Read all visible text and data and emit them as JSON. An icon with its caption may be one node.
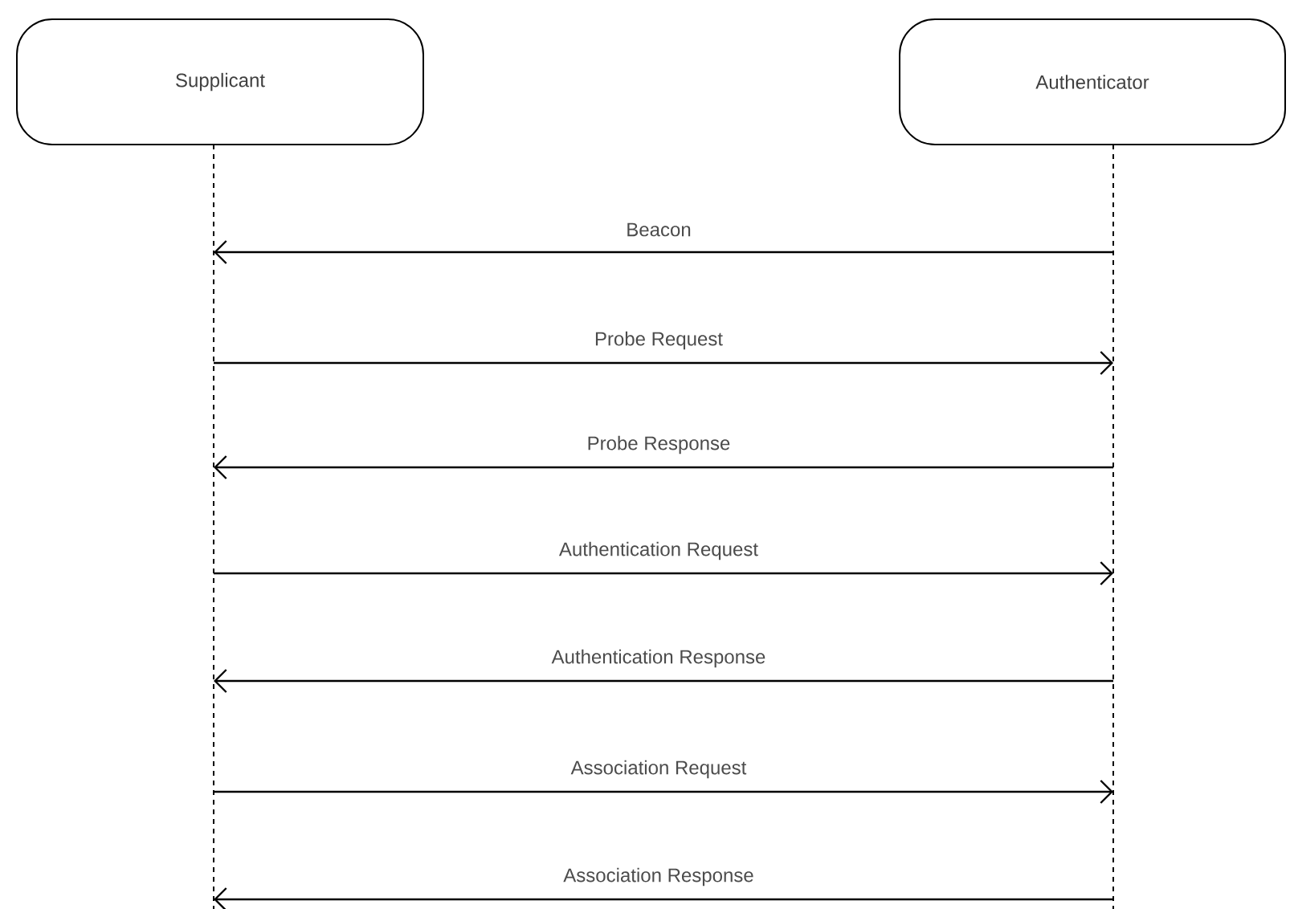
{
  "diagram": {
    "nodes": [
      {
        "text": [
          "Supplicant"
        ]
      },
      {
        "text": [
          "Authenticator"
        ]
      }
    ],
    "edges": [
      {
        "from": 1,
        "to": 0,
        "arrow": "to",
        "label": "Beacon"
      },
      {
        "from": 0,
        "to": 1,
        "arrow": "to",
        "label": "Probe Request"
      },
      {
        "from": 1,
        "to": 0,
        "arrow": "to",
        "label": "Probe Response"
      },
      {
        "from": 0,
        "to": 1,
        "arrow": "to",
        "label": "Authentication Request"
      },
      {
        "from": 1,
        "to": 0,
        "arrow": "to",
        "label": "Authentication Response"
      },
      {
        "from": 0,
        "to": 1,
        "arrow": "to",
        "label": "Association Request"
      },
      {
        "from": 1,
        "to": 0,
        "arrow": "to",
        "label": "Association Response"
      }
    ]
  }
}
